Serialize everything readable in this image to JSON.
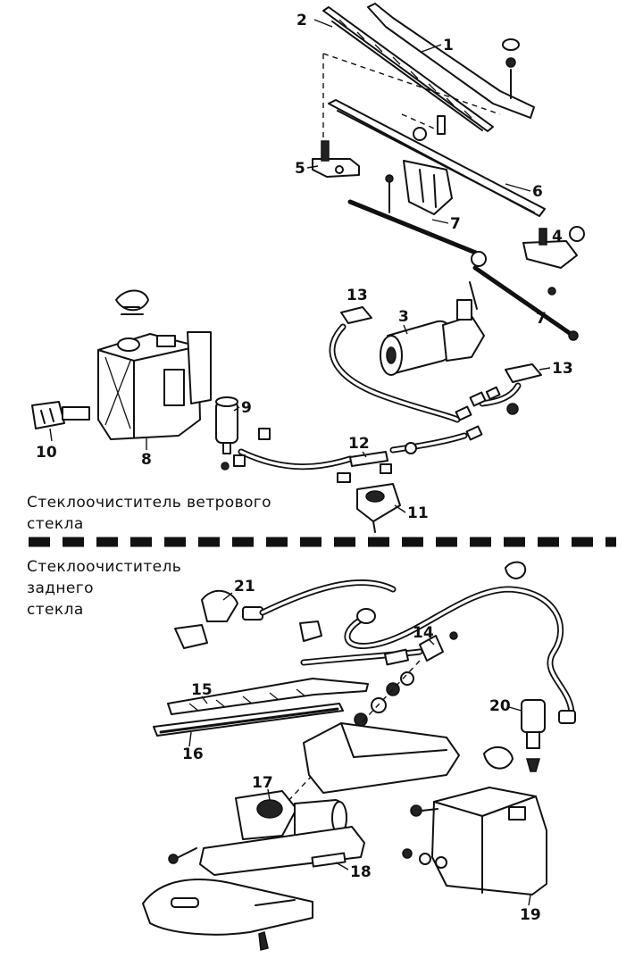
{
  "sections": {
    "front_title_line1": "Стеклоочиститель ветрового",
    "front_title_line2": "стекла",
    "rear_title_line1": "Стеклоочиститель",
    "rear_title_line2": "заднего",
    "rear_title_line3": "стекла"
  },
  "callouts": {
    "c1": "1",
    "c2": "2",
    "c3": "3",
    "c4": "4",
    "c5": "5",
    "c6": "6",
    "c7a": "7",
    "c7b": "7",
    "c8": "8",
    "c9": "9",
    "c10": "10",
    "c11": "11",
    "c12": "12",
    "c13a": "13",
    "c13b": "13",
    "c14": "14",
    "c15": "15",
    "c16": "16",
    "c17": "17",
    "c18": "18",
    "c19": "19",
    "c20": "20",
    "c21": "21"
  }
}
